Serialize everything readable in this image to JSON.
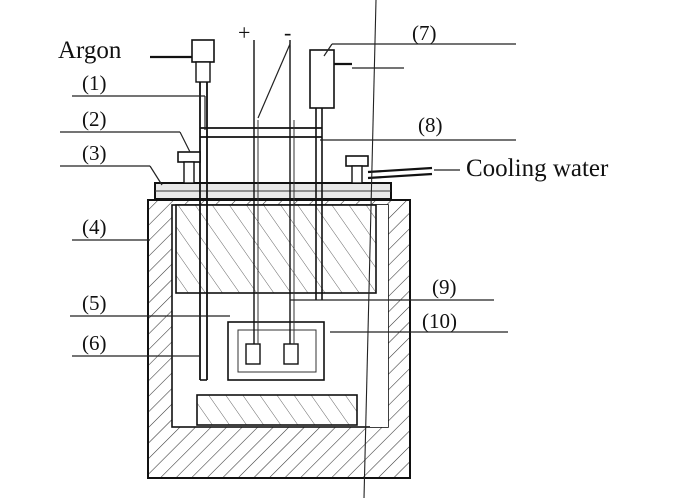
{
  "labels": {
    "argon": "Argon",
    "cooling_water": "Cooling water",
    "plus": "+",
    "minus": "-",
    "n1": "(1)",
    "n2": "(2)",
    "n3": "(3)",
    "n4": "(4)",
    "n5": "(5)",
    "n6": "(6)",
    "n7": "(7)",
    "n8": "(8)",
    "n9": "(9)",
    "n10": "(10)"
  }
}
